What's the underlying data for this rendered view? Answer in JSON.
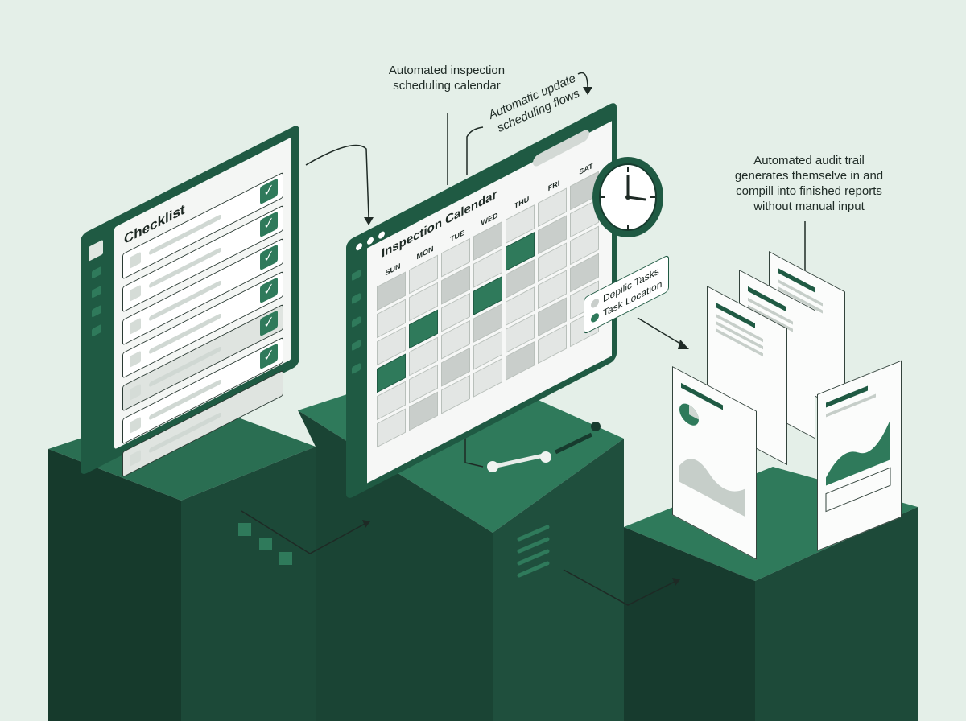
{
  "colors": {
    "background": "#e4efe8",
    "dark_green": "#1f5a43",
    "accent_green": "#2f7a5b",
    "block_dark": "#173b2e"
  },
  "annotations": {
    "calendar_label": [
      "Automated inspection",
      "scheduling calendar"
    ],
    "flows_label": [
      "Automatic update",
      "scheduling flows"
    ],
    "audit_label": [
      "Automated audit trail",
      "generates themselve in and",
      "compill into finished reports",
      "without manual input"
    ]
  },
  "checklist": {
    "title": "Checklist",
    "rows": [
      {
        "checked": true,
        "shaded": false
      },
      {
        "checked": true,
        "shaded": false
      },
      {
        "checked": true,
        "shaded": false
      },
      {
        "checked": true,
        "shaded": false
      },
      {
        "checked": true,
        "shaded": true
      },
      {
        "checked": true,
        "shaded": false
      },
      {
        "checked": false,
        "shaded": true
      }
    ],
    "check_icon": "check-icon"
  },
  "calendar": {
    "title": "Inspection Calendar",
    "days": [
      "SUN",
      "MON",
      "TUE",
      "WED",
      "THU",
      "FRI",
      "SAT"
    ],
    "highlighted": [
      [
        1,
        4
      ],
      [
        2,
        1
      ],
      [
        2,
        3
      ],
      [
        3,
        0
      ]
    ],
    "legend": [
      {
        "label": "Depilic Tasks",
        "color": "#c9cecb"
      },
      {
        "label": "Task Location",
        "color": "#2f7a5b"
      }
    ],
    "clock_icon": "clock-icon"
  }
}
